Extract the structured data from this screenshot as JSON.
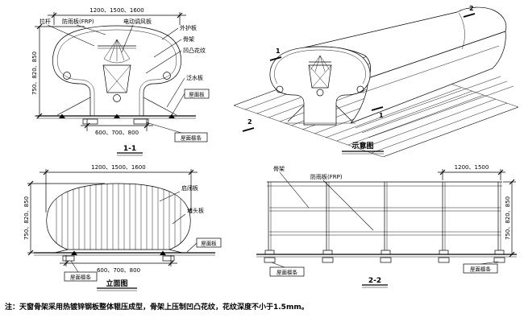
{
  "note": "注：天窗骨架采用热镀锌钢板整体辊压成型，骨架上压制凹凸花纹，花纹深度不小于1.5mm。",
  "titles": {
    "section_1_1": "1-1",
    "schematic": "示意图",
    "elevation": "立面图",
    "section_2_2": "2-2"
  },
  "dimensions": {
    "top_width": "1200、1500、1600",
    "base_width": "600、700、800",
    "height": "750、820、850",
    "bay_width": "1200、1500"
  },
  "labels": {
    "tie_rod": "拉杆",
    "rain_shield": "防雨板(FRP)",
    "electric_damper": "电动调风板",
    "outer_guard": "外护板",
    "frame": "骨架",
    "embossed_pattern": "凹凸花纹",
    "flashing": "泛水板",
    "roof_panel": "屋面板",
    "roof_purlin": "屋面檩条",
    "opening_panel": "启闭板",
    "end_panel": "堵头板"
  },
  "section_marks": {
    "mark_1": "1",
    "mark_2": "2"
  }
}
